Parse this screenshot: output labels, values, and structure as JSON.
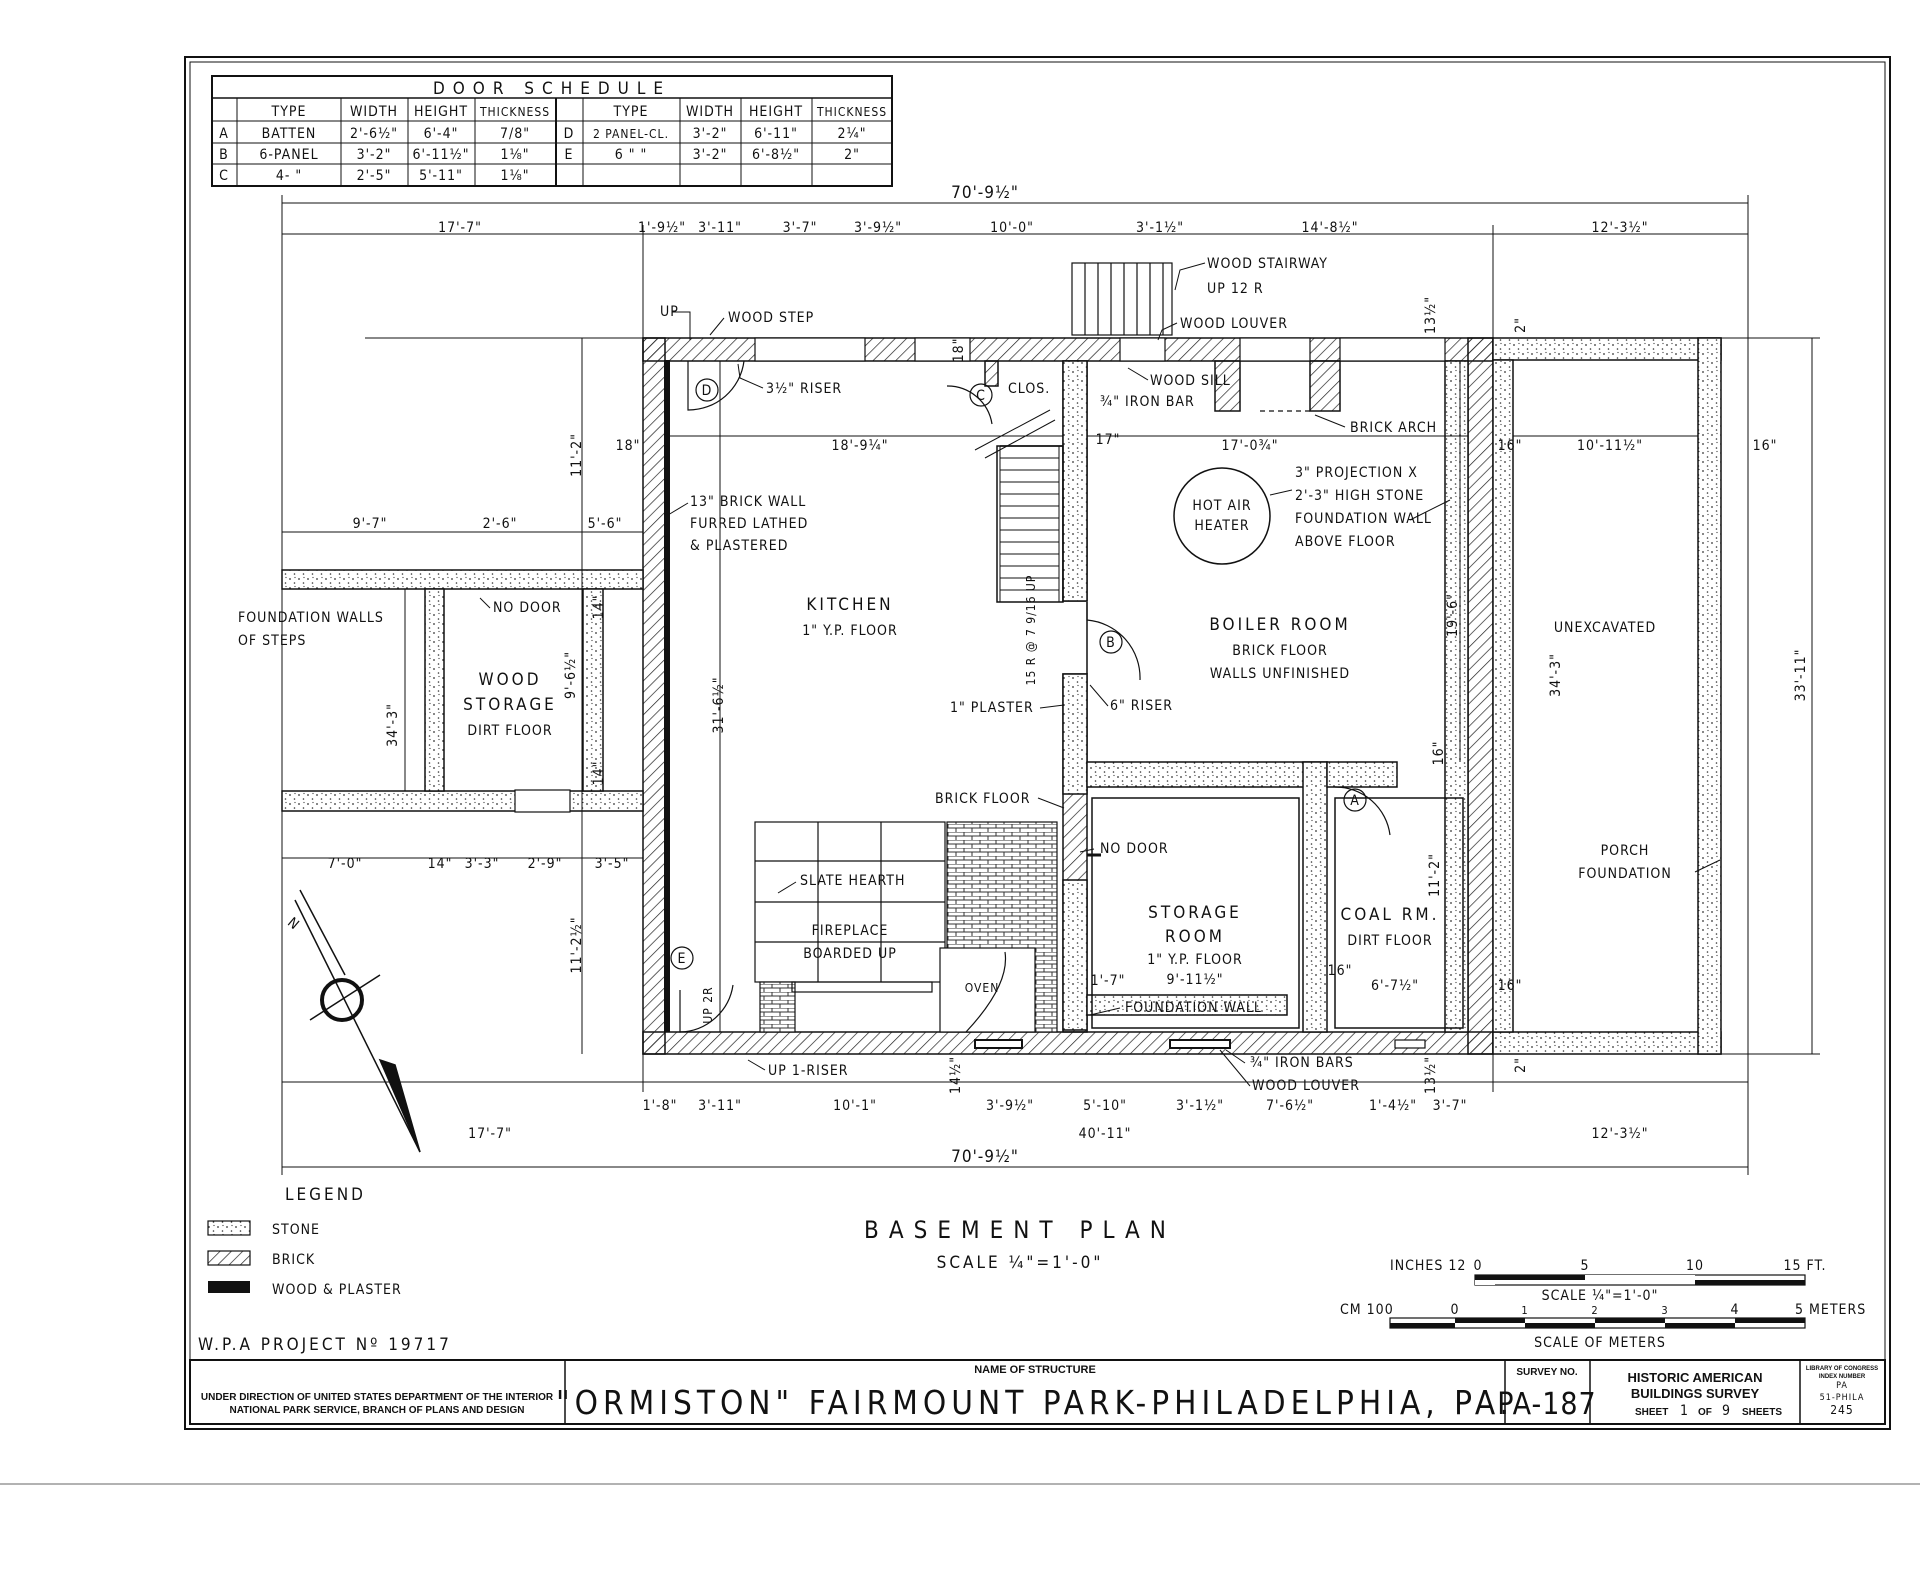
{
  "door_schedule": {
    "title": "DOOR SCHEDULE",
    "headers": [
      "TYPE",
      "WIDTH",
      "HEIGHT",
      "THICKNESS",
      "TYPE",
      "WIDTH",
      "HEIGHT",
      "THICKNESS"
    ],
    "rows": [
      {
        "id": "A",
        "type": "BATTEN",
        "width": "2'-6½\"",
        "height": "6'-4\"",
        "thick": "7/8\"",
        "id2": "D",
        "type2": "2 PANEL-CL.",
        "width2": "3'-2\"",
        "height2": "6'-11\"",
        "thick2": "2¼\""
      },
      {
        "id": "B",
        "type": "6-PANEL",
        "width": "3'-2\"",
        "height": "6'-11½\"",
        "thick": "1⅛\"",
        "id2": "E",
        "type2": "6 \" \"",
        "width2": "3'-2\"",
        "height2": "6'-8½\"",
        "thick2": "2\""
      },
      {
        "id": "C",
        "type": "4- \"",
        "width": "2'-5\"",
        "height": "5'-11\"",
        "thick": "1⅛\"",
        "id2": "",
        "type2": "",
        "width2": "",
        "height2": "",
        "thick2": ""
      }
    ]
  },
  "rooms": {
    "kitchen": [
      "KITCHEN",
      "1\" Y.P. FLOOR"
    ],
    "boiler": [
      "BOILER ROOM",
      "BRICK FLOOR",
      "WALLS UNFINISHED"
    ],
    "hot_air": [
      "HOT AIR",
      "HEATER"
    ],
    "wood_storage": [
      "WOOD",
      "STORAGE",
      "DIRT FLOOR"
    ],
    "storage": [
      "STORAGE",
      "ROOM",
      "1\" Y.P. FLOOR",
      "9'-11½\""
    ],
    "coal": [
      "COAL RM.",
      "DIRT FLOOR"
    ],
    "unexcavated": "UNEXCAVATED",
    "porch": [
      "PORCH",
      "FOUNDATION"
    ],
    "fireplace": [
      "FIREPLACE",
      "BOARDED UP"
    ],
    "oven": "OVEN"
  },
  "notes": {
    "wood_stairway": "WOOD STAIRWAY",
    "up_12r": "UP 12 R",
    "wood_louver_top": "WOOD LOUVER",
    "wood_step": "WOOD STEP",
    "up_top": "UP",
    "riser_35": "3½\" RISER",
    "clos": "CLOS.",
    "wood_sill": "WOOD SILL",
    "iron_bar": "¾\" IRON BAR",
    "brick_arch": "BRICK ARCH",
    "projection": [
      "3\" PROJECTION X",
      "2'-3\" HIGH STONE",
      "FOUNDATION WALL",
      "ABOVE FLOOR"
    ],
    "brick_wall": [
      "13\" BRICK WALL",
      "FURRED LATHED",
      "& PLASTERED"
    ],
    "foundation_steps": [
      "FOUNDATION WALLS",
      "OF STEPS"
    ],
    "no_door_1": "NO DOOR",
    "no_door_2": "NO DOOR",
    "plaster": "1\" PLASTER",
    "riser_6": "6\" RISER",
    "brick_floor": "BRICK FLOOR",
    "slate_hearth": "SLATE HEARTH",
    "foundation_wall": "FOUNDATION WALL",
    "up_1_riser": "UP 1-RISER",
    "iron_bars": "¾\" IRON BARS",
    "wood_louver_bottom": "WOOD LOUVER",
    "up_2r": "UP 2R",
    "stair_up": "15 R @ 7 9/16 UP",
    "door_a": "A",
    "door_b": "B",
    "door_c": "C",
    "door_d": "D",
    "door_e": "E",
    "north": "N"
  },
  "dims_top": [
    "70'-9½\"",
    "17'-7\"",
    "1'-9½\"",
    "3'-11\"",
    "3'-7\"",
    "3'-9½\"",
    "10'-0\"",
    "3'-1½\"",
    "14'-8½\"",
    "12'-3½\""
  ],
  "dims_inner": [
    "18'-9¼\"",
    "17'-0¾\"",
    "10'-11½\"",
    "18\"",
    "17\"",
    "16\"",
    "16\"",
    "18\"",
    "13½\"",
    "2\"",
    "11'-2\"",
    "9'-7\"",
    "2'-6\"",
    "5'-6\"",
    "14\"",
    "9'-6½\"",
    "34'-3\"",
    "14\"",
    "31'-6½\"",
    "19'-6\"",
    "16\"",
    "11'-2\"",
    "34'-3\"",
    "33'-11\"",
    "11'-2½\"",
    "1'-7\"",
    "16\"",
    "6'-7½\"",
    "16\"",
    "14½\"",
    "13½\"",
    "2\""
  ],
  "dims_mid": [
    "7'-0\"",
    "14\"",
    "3'-3\"",
    "2'-9\"",
    "3'-5\""
  ],
  "dims_bottom": [
    "1'-8\"",
    "3'-11\"",
    "10'-1\"",
    "3'-9½\"",
    "5'-10\"",
    "3'-1½\"",
    "7'-6½\"",
    "1'-4½\"",
    "3'-7\"",
    "40'-11\"",
    "17'-7\"",
    "12'-3½\"",
    "70'-9½\""
  ],
  "legend": {
    "title": "LEGEND",
    "items": [
      "STONE",
      "BRICK",
      "WOOD & PLASTER"
    ]
  },
  "plan_title": "BASEMENT PLAN",
  "plan_scale": "SCALE ¼\"=1'-0\"",
  "scale_bar_ft": {
    "label": "INCHES 12",
    "ticks": [
      "0",
      "5",
      "10",
      "15 FT."
    ]
  },
  "scale_bar_m": {
    "label": "CM 100",
    "ticks": [
      "0",
      "1",
      "2",
      "3",
      "4",
      "5 METERS"
    ],
    "caption": "SCALE ¼\"=1'-0\"",
    "subtitle": "SCALE OF METERS"
  },
  "project": "W.P.A PROJECT Nº 19717",
  "title_block": {
    "direction": [
      "UNDER DIRECTION OF UNITED STATES DEPARTMENT OF THE INTERIOR",
      "NATIONAL PARK SERVICE, BRANCH OF PLANS AND DESIGN"
    ],
    "name_label": "NAME OF STRUCTURE",
    "name": "\"ORMISTON\" FAIRMOUNT PARK-PHILADELPHIA, PA.",
    "survey_label": "SURVEY NO.",
    "survey": "PA-187",
    "habs": [
      "HISTORIC AMERICAN",
      "BUILDINGS SURVEY"
    ],
    "sheet": [
      "SHEET",
      "1",
      "OF",
      "9",
      "SHEETS"
    ],
    "loc": [
      "LIBRARY OF CONGRESS",
      "INDEX NUMBER",
      "PA",
      "51-PHILA",
      "245"
    ]
  },
  "colors": {
    "ink": "#111111",
    "paper": "#ffffff"
  }
}
